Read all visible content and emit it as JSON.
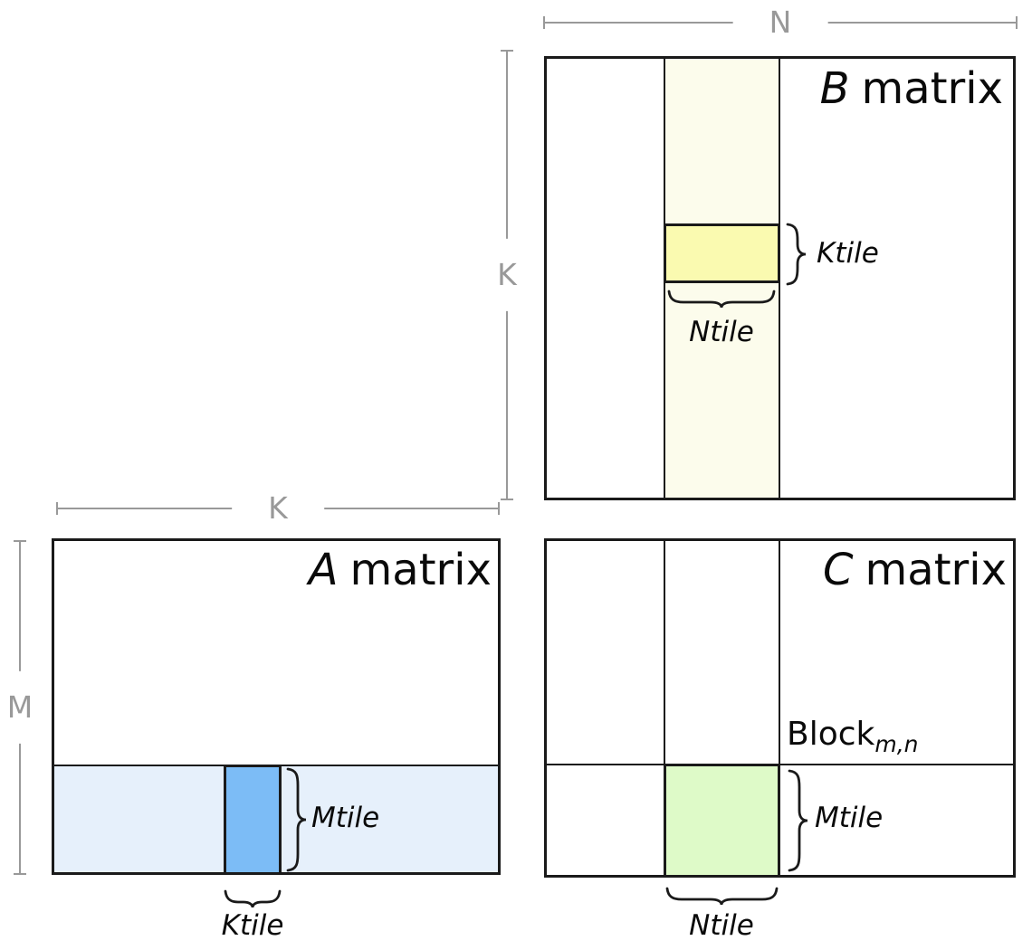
{
  "dimensions": {
    "n": "N",
    "k_vertical": "K",
    "k_horizontal": "K",
    "m": "M"
  },
  "b_matrix": {
    "title_italic": "B",
    "title_rest": "matrix",
    "ktile_label": "Ktile",
    "ntile_label": "Ntile"
  },
  "a_matrix": {
    "title_italic": "A",
    "title_rest": "matrix",
    "mtile_label": "Mtile",
    "ktile_label": "Ktile"
  },
  "c_matrix": {
    "title_italic": "C",
    "title_rest": "matrix",
    "block_base": "Block",
    "block_sub": "m,n",
    "mtile_label": "Mtile",
    "ntile_label": "Ntile"
  },
  "colors": {
    "b_strip": "#FCFCEC",
    "b_tile": "#FAFAB0",
    "a_strip": "#E6F0FB",
    "a_tile": "#7CBCF6",
    "c_tile": "#DEFAC8",
    "dim": "#999999",
    "line": "#1A1A1A"
  }
}
